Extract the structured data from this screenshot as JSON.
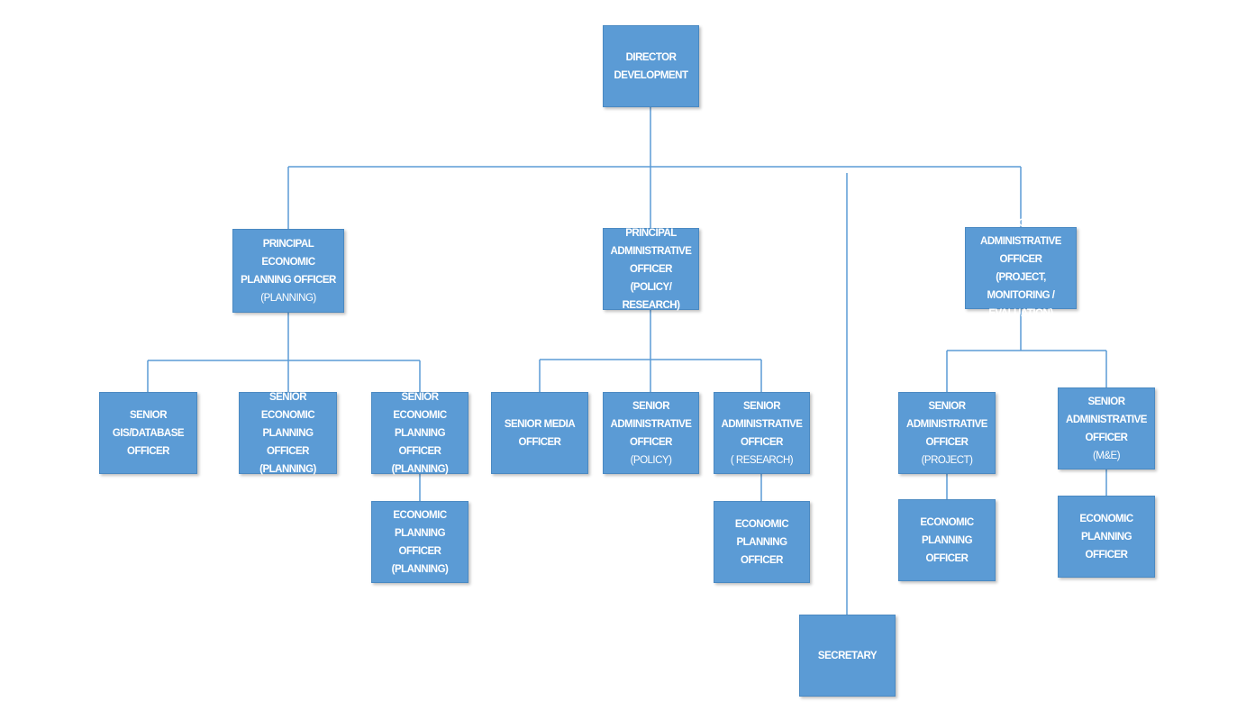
{
  "nodes": {
    "director": {
      "l1": "DIRECTOR\nDEVELOPMENT",
      "l2": ""
    },
    "pepo": {
      "l1": "PRINCIPAL ECONOMIC\nPLANNING OFFICER",
      "l2": "(PLANNING)"
    },
    "pao_pr": {
      "l1": "PRINCIPAL\nADMINISTRATIVE\nOFFICER\n(POLICY/ RESEARCH)",
      "l2": ""
    },
    "pao_pme": {
      "l1": "PRINCIPAL\nADMINISTRATIVE OFFICER\n(PROJECT, MONITORING /\nEVALUATION)",
      "l2": ""
    },
    "sgis": {
      "l1": "SENIOR GIS/DATABASE\nOFFICER",
      "l2": ""
    },
    "sepo1": {
      "l1": "SENIOR ECONOMIC\nPLANNING OFFICER\n(PLANNING)",
      "l2": ""
    },
    "sepo2": {
      "l1": "SENIOR ECONOMIC\nPLANNING OFFICER\n(PLANNING)",
      "l2": ""
    },
    "epo1": {
      "l1": "ECONOMIC PLANNING\nOFFICER\n(PLANNING)",
      "l2": ""
    },
    "smo": {
      "l1": "SENIOR MEDIA\nOFFICER",
      "l2": ""
    },
    "sao_pol": {
      "l1": "SENIOR\nADMINISTRATIVE\nOFFICER",
      "l2": "(POLICY)"
    },
    "sao_res": {
      "l1": "SENIOR\nADMINISTRATIVE\nOFFICER",
      "l2": "( RESEARCH)"
    },
    "epo2": {
      "l1": "ECONOMIC PLANNING\nOFFICER",
      "l2": ""
    },
    "sao_proj": {
      "l1": "SENIOR\nADMINISTRATIVE\nOFFICER",
      "l2": "(PROJECT)"
    },
    "epo3": {
      "l1": "ECONOMIC PLANNING\nOFFICER",
      "l2": ""
    },
    "sao_me": {
      "l1": "SENIOR\nADMINISTRATIVE\nOFFICER",
      "l2": "(M&E)"
    },
    "epo4": {
      "l1": "ECONOMIC PLANNING\nOFFICER",
      "l2": ""
    },
    "secretary": {
      "l1": "SECRETARY",
      "l2": ""
    }
  },
  "colors": {
    "box_fill": "#5b9bd5",
    "box_border": "#4a89c2",
    "connector": "#5b9bd5",
    "text": "#ffffff"
  }
}
